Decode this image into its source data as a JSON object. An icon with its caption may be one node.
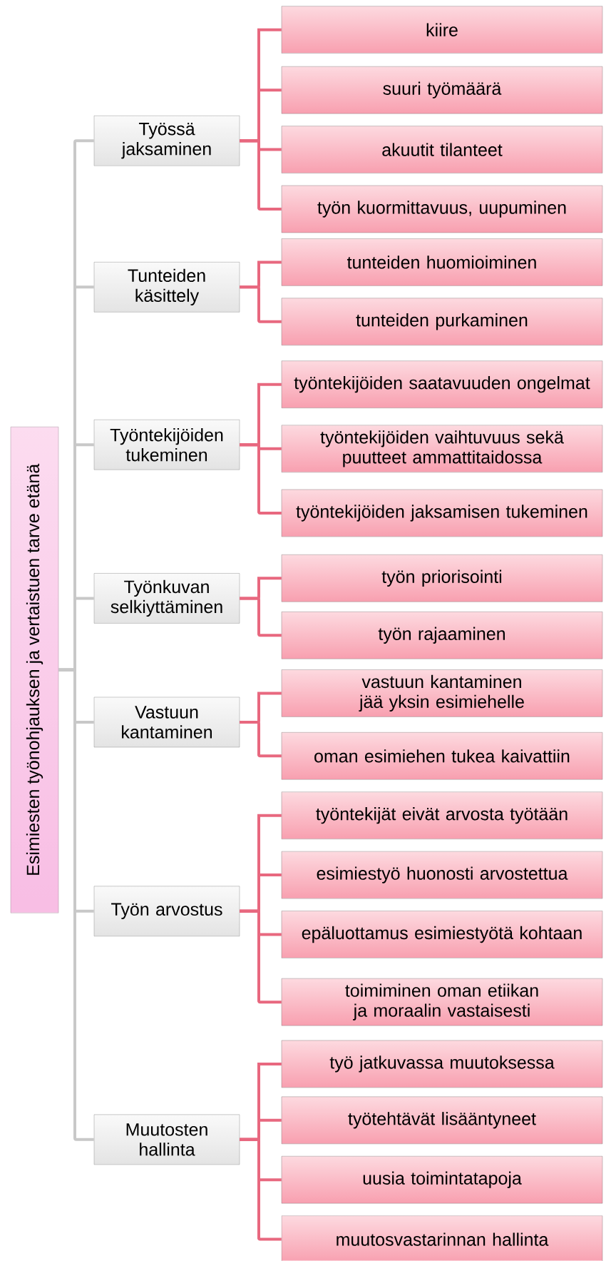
{
  "diagram": {
    "nodes": [
      {
        "text": [
          "Esimiesten työnohjauksen ja vertaistuen tarve etänä"
        ]
      },
      {
        "text": [
          "Työssä jaksaminen"
        ]
      },
      {
        "text": [
          "kiire"
        ]
      },
      {
        "text": [
          "suuri työmäärä"
        ]
      },
      {
        "text": [
          "akuutit tilanteet"
        ]
      },
      {
        "text": [
          "työn kuormittavuus, uupuminen"
        ]
      },
      {
        "text": [
          "Tunteiden käsittely"
        ]
      },
      {
        "text": [
          "tunteiden huomioiminen"
        ]
      },
      {
        "text": [
          "tunteiden purkaminen"
        ]
      },
      {
        "text": [
          "Työntekijöiden tukeminen"
        ]
      },
      {
        "text": [
          "työntekijöiden saatavuuden ongelmat"
        ]
      },
      {
        "text": [
          "työntekijöiden vaihtuvuus sekä puutteet ammattitaidossa"
        ]
      },
      {
        "text": [
          "työntekijöiden jaksamisen tukeminen"
        ]
      },
      {
        "text": [
          "Työnkuvan selkiyttäminen"
        ]
      },
      {
        "text": [
          "työn priorisointi"
        ]
      },
      {
        "text": [
          "työn rajaaminen"
        ]
      },
      {
        "text": [
          "Vastuun kantaminen"
        ]
      },
      {
        "text": [
          "vastuun kantaminen jää yksin esimiehelle"
        ]
      },
      {
        "text": [
          "oman esimiehen tukea kaivattiin"
        ]
      },
      {
        "text": [
          "Työn arvostus"
        ]
      },
      {
        "text": [
          "työntekijät eivät arvosta työtään"
        ]
      },
      {
        "text": [
          "esimiestyö huonosti arvostettua"
        ]
      },
      {
        "text": [
          "epäluottamus esimiestyötä kohtaan"
        ]
      },
      {
        "text": [
          "toimiminen oman etiikan ja moraalin vastaisesti"
        ]
      },
      {
        "text": [
          "Muutosten hallinta"
        ]
      },
      {
        "text": [
          "työ jatkuvassa muutoksessa"
        ]
      },
      {
        "text": [
          "työtehtävät lisääntyneet"
        ]
      },
      {
        "text": [
          "uusia toimintatapoja"
        ]
      },
      {
        "text": [
          "muutosvastarinnan hallinta"
        ]
      }
    ],
    "edges": [
      {
        "from": 0,
        "to": 1,
        "arrow": "none",
        "color": "#c8c8c8"
      },
      {
        "from": 0,
        "to": 6,
        "arrow": "none",
        "color": "#c8c8c8"
      },
      {
        "from": 0,
        "to": 9,
        "arrow": "none",
        "color": "#c8c8c8"
      },
      {
        "from": 0,
        "to": 13,
        "arrow": "none",
        "color": "#c8c8c8"
      },
      {
        "from": 0,
        "to": 16,
        "arrow": "none",
        "color": "#c8c8c8"
      },
      {
        "from": 0,
        "to": 19,
        "arrow": "none",
        "color": "#c8c8c8"
      },
      {
        "from": 0,
        "to": 24,
        "arrow": "none",
        "color": "#c8c8c8"
      },
      {
        "from": 1,
        "to": 2,
        "arrow": "none"
      },
      {
        "from": 1,
        "to": 3,
        "arrow": "none"
      },
      {
        "from": 1,
        "to": 4,
        "arrow": "none"
      },
      {
        "from": 1,
        "to": 5,
        "arrow": "none"
      },
      {
        "from": 6,
        "to": 7,
        "arrow": "none"
      },
      {
        "from": 6,
        "to": 8,
        "arrow": "none"
      },
      {
        "from": 9,
        "to": 10,
        "arrow": "none"
      },
      {
        "from": 9,
        "to": 11,
        "arrow": "none"
      },
      {
        "from": 9,
        "to": 12,
        "arrow": "none"
      },
      {
        "from": 13,
        "to": 14,
        "arrow": "none"
      },
      {
        "from": 13,
        "to": 15,
        "arrow": "none"
      },
      {
        "from": 16,
        "to": 17,
        "arrow": "none"
      },
      {
        "from": 16,
        "to": 18,
        "arrow": "none"
      },
      {
        "from": 19,
        "to": 20,
        "arrow": "none"
      },
      {
        "from": 19,
        "to": 21,
        "arrow": "none"
      },
      {
        "from": 19,
        "to": 22,
        "arrow": "none"
      },
      {
        "from": 19,
        "to": 23,
        "arrow": "none"
      },
      {
        "from": 24,
        "to": 25,
        "arrow": "none"
      },
      {
        "from": 24,
        "to": 26,
        "arrow": "none"
      },
      {
        "from": 24,
        "to": 27,
        "arrow": "none"
      },
      {
        "from": 24,
        "to": 28,
        "arrow": "none"
      }
    ]
  }
}
